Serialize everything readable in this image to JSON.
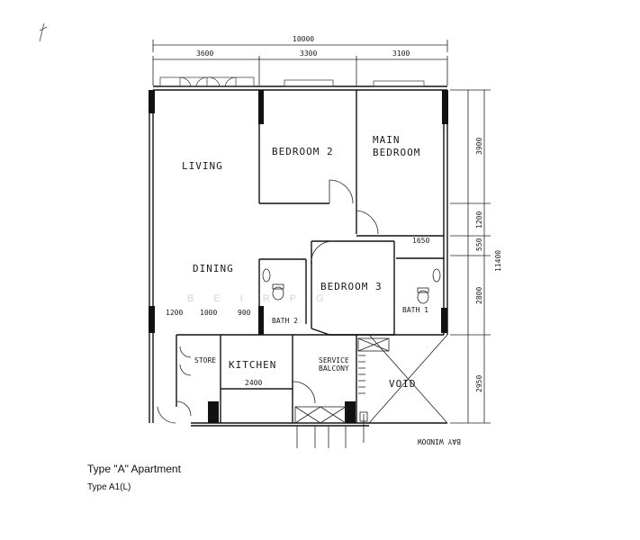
{
  "overall_dimension": "10000",
  "top_dimensions": [
    "3600",
    "3300",
    "3100"
  ],
  "right_dimensions": [
    "3900",
    "1200",
    "550",
    "2800",
    "2950"
  ],
  "right_total": "11400",
  "inner_dimensions": {
    "bed3_top": "1650",
    "dining_a": "1200",
    "dining_b": "1000",
    "dining_c": "900",
    "kitchen_width": "2400"
  },
  "rooms": {
    "living": "LIVING",
    "dining": "DINING",
    "bedroom2": "BEDROOM 2",
    "main_bedroom_line1": "MAIN",
    "main_bedroom_line2": "BEDROOM",
    "bedroom3": "BEDROOM 3",
    "bath2": "BATH 2",
    "bath1": "BATH 1",
    "store": "STORE",
    "kitchen": "KITCHEN",
    "service_balcony_line1": "SERVICE",
    "service_balcony_line2": "BALCONY",
    "void": "VOID"
  },
  "mirrored_note": "BAY WINDOW",
  "caption": {
    "title": "Type \"A\" Apartment",
    "subtitle": "Type A1(L)"
  },
  "watermark": "BEIRPG"
}
